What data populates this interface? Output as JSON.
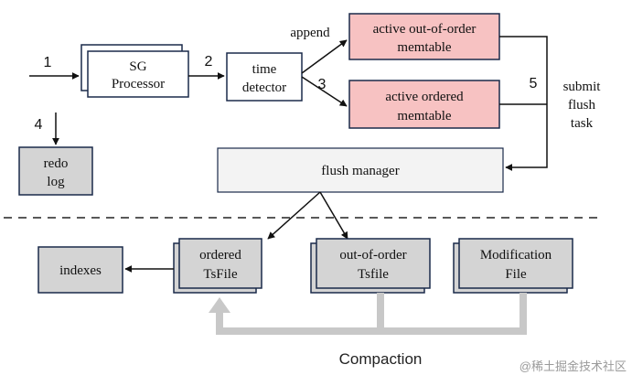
{
  "nodes": {
    "sg_processor": [
      "SG",
      "Processor"
    ],
    "time_detector": [
      "time",
      "detector"
    ],
    "active_out_of_order_memtable": [
      "active out-of-order",
      "memtable"
    ],
    "active_ordered_memtable": [
      "active ordered",
      "memtable"
    ],
    "flush_manager": "flush manager",
    "redo_log": [
      "redo",
      "log"
    ],
    "indexes": "indexes",
    "ordered_tsfile": [
      "ordered",
      "TsFile"
    ],
    "out_of_order_tsfile": [
      "out-of-order",
      "Tsfile"
    ],
    "modification_file": [
      "Modification",
      "File"
    ]
  },
  "edge_labels": {
    "step_1": "1",
    "step_2": "2",
    "step_3": "3",
    "step_4": "4",
    "step_5": "5",
    "append": "append",
    "submit_flush_task": [
      "submit",
      "flush",
      "task"
    ],
    "compaction": "Compaction"
  },
  "watermark": "@稀土掘金技术社区",
  "colors": {
    "memtable_fill": "#f7c2c2",
    "gray_box_fill": "#d4d4d4",
    "flush_manager_fill": "#f3f3f3",
    "compaction_arrow": "#c8c8c8",
    "stroke": "#1a2a4a"
  }
}
